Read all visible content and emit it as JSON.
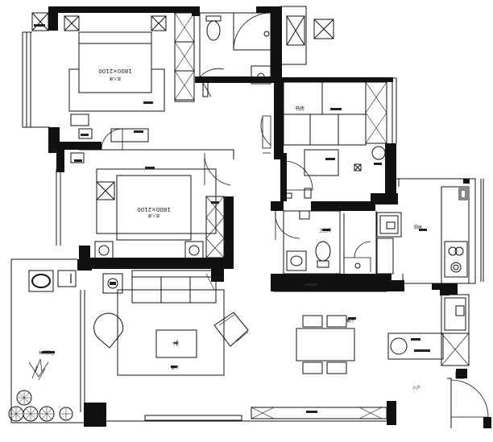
{
  "master_bedroom": {
    "bed_size": "1800×2100",
    "bed_label": "双人床"
  },
  "second_bedroom": {
    "bed_size": "1800×2100",
    "bed_label": "双人床"
  },
  "study": {
    "label": "书房"
  },
  "balcony": {
    "label": "休闲阳台"
  },
  "entrance": {
    "label": "入户"
  },
  "dining": {
    "label": "餐厅"
  },
  "living": {
    "label": "客厅"
  },
  "kitchen": {
    "label": "厨房"
  },
  "bathroom": {
    "label": "卫生间"
  }
}
